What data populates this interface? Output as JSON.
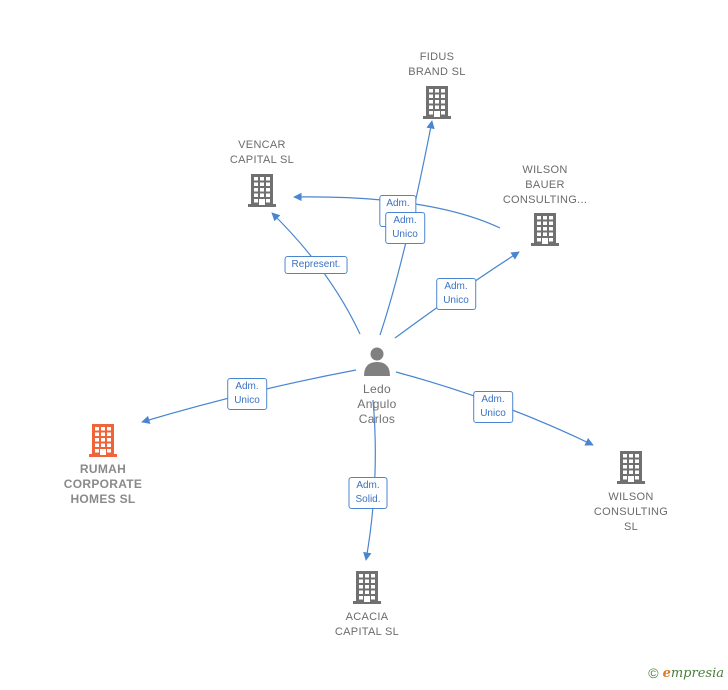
{
  "colors": {
    "edge": "#4a86d0",
    "building": "#707070",
    "main_building": "#f0643a",
    "person": "#808080"
  },
  "center": {
    "lines": [
      "Ledo",
      "Angulo",
      "Carlos"
    ],
    "icon": "person-icon"
  },
  "companies": [
    {
      "id": "rumah",
      "lines": [
        "RUMAH",
        "CORPORATE",
        "HOMES  SL"
      ],
      "main": true,
      "icon": "building-icon"
    },
    {
      "id": "fidus",
      "lines": [
        "FIDUS",
        "BRAND  SL"
      ],
      "main": false,
      "icon": "building-icon"
    },
    {
      "id": "vencar",
      "lines": [
        "VENCAR",
        "CAPITAL  SL"
      ],
      "main": false,
      "icon": "building-icon"
    },
    {
      "id": "wilson-bauer",
      "lines": [
        "WILSON",
        "BAUER",
        "CONSULTING..."
      ],
      "main": false,
      "icon": "building-icon"
    },
    {
      "id": "wilson-consulting",
      "lines": [
        "WILSON",
        "CONSULTING",
        "SL"
      ],
      "main": false,
      "icon": "building-icon"
    },
    {
      "id": "acacia",
      "lines": [
        "ACACIA",
        "CAPITAL  SL"
      ],
      "main": false,
      "icon": "building-icon"
    }
  ],
  "edges": [
    {
      "to": "rumah",
      "label": [
        "Adm.",
        "Unico"
      ]
    },
    {
      "to": "vencar",
      "label": [
        "Represent."
      ]
    },
    {
      "to": "vencar",
      "label": [
        "Adm.",
        "M..."
      ]
    },
    {
      "to": "fidus",
      "label": [
        "Adm.",
        "Unico"
      ]
    },
    {
      "to": "wilson-bauer",
      "label": [
        "Adm.",
        "Unico"
      ]
    },
    {
      "to": "wilson-consulting",
      "label": [
        "Adm.",
        "Unico"
      ]
    },
    {
      "to": "acacia",
      "label": [
        "Adm.",
        "Solid."
      ]
    }
  ],
  "footer": {
    "copyright": "©",
    "brand_first": "e",
    "brand_rest": "mpresia"
  }
}
